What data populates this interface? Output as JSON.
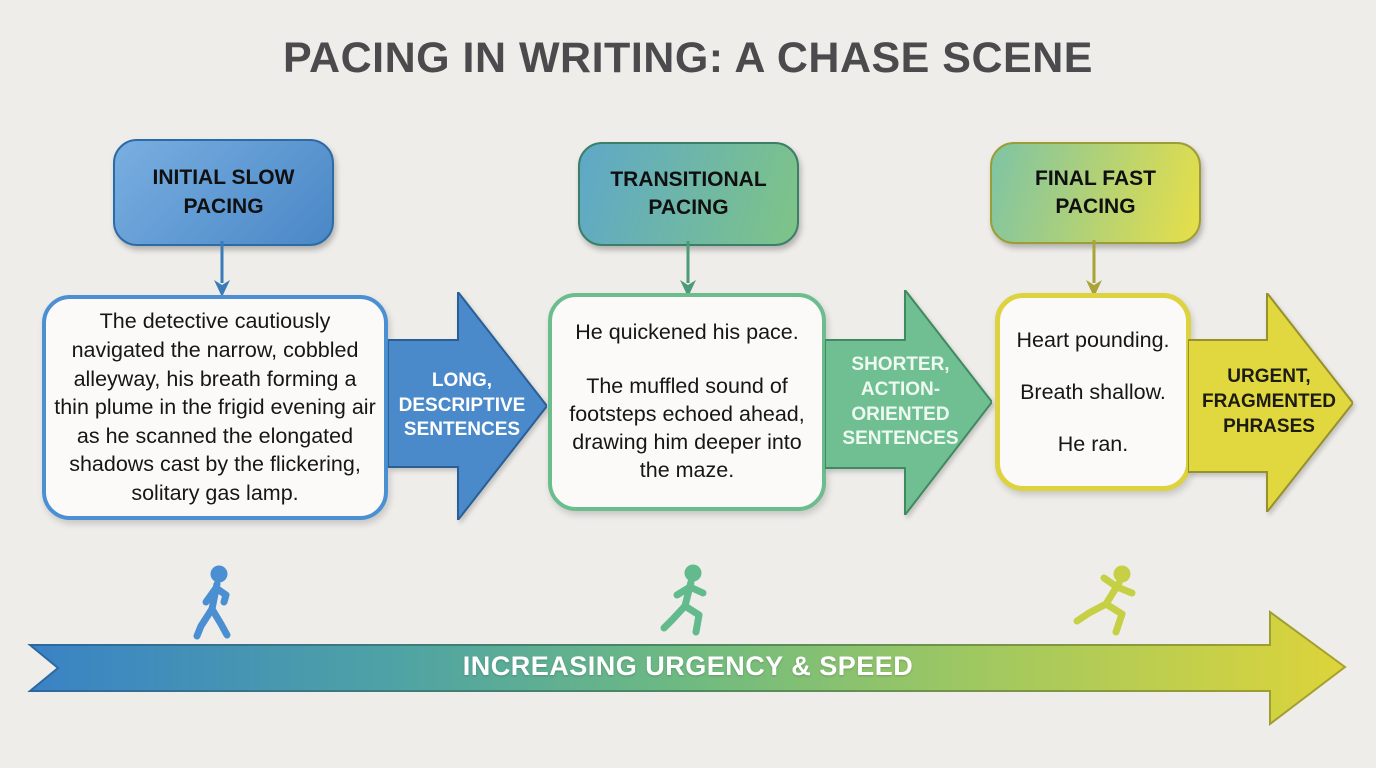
{
  "title": "PACING IN WRITING: A CHASE SCENE",
  "palette": {
    "background": "#efedea",
    "title_color": "#4b4b4d",
    "stage1_accent": "#4a89ca",
    "stage2_accent": "#70bf92",
    "stage3_accent": "#ddd43e"
  },
  "stages": [
    {
      "label": "INITIAL SLOW\nPACING",
      "paragraphs": [
        "The detective cautiously navigated the narrow, cobbled alleyway, his breath forming a thin plume in the frigid evening air as he scanned the elongated shadows cast by the flickering, solitary gas lamp."
      ],
      "arrow_label": "LONG,\nDESCRIPTIVE\nSENTENCES",
      "accent": "#4a89ca",
      "figure_icon": "walking-person-icon"
    },
    {
      "label": "TRANSITIONAL\nPACING",
      "paragraphs": [
        "He quickened his pace.",
        "The muffled sound of footsteps echoed ahead, drawing him deeper into the maze."
      ],
      "arrow_label": "SHORTER,\nACTION-\nORIENTED\nSENTENCES",
      "accent": "#70bf92",
      "figure_icon": "running-person-icon"
    },
    {
      "label": "FINAL FAST\nPACING",
      "paragraphs": [
        "Heart pounding.",
        "Breath shallow.",
        "He ran."
      ],
      "arrow_label": "URGENT,\nFRAGMENTED\nPHRASES",
      "accent": "#ddd43e",
      "figure_icon": "sprinting-person-icon"
    }
  ],
  "timeline": {
    "label": "INCREASING URGENCY & SPEED"
  }
}
